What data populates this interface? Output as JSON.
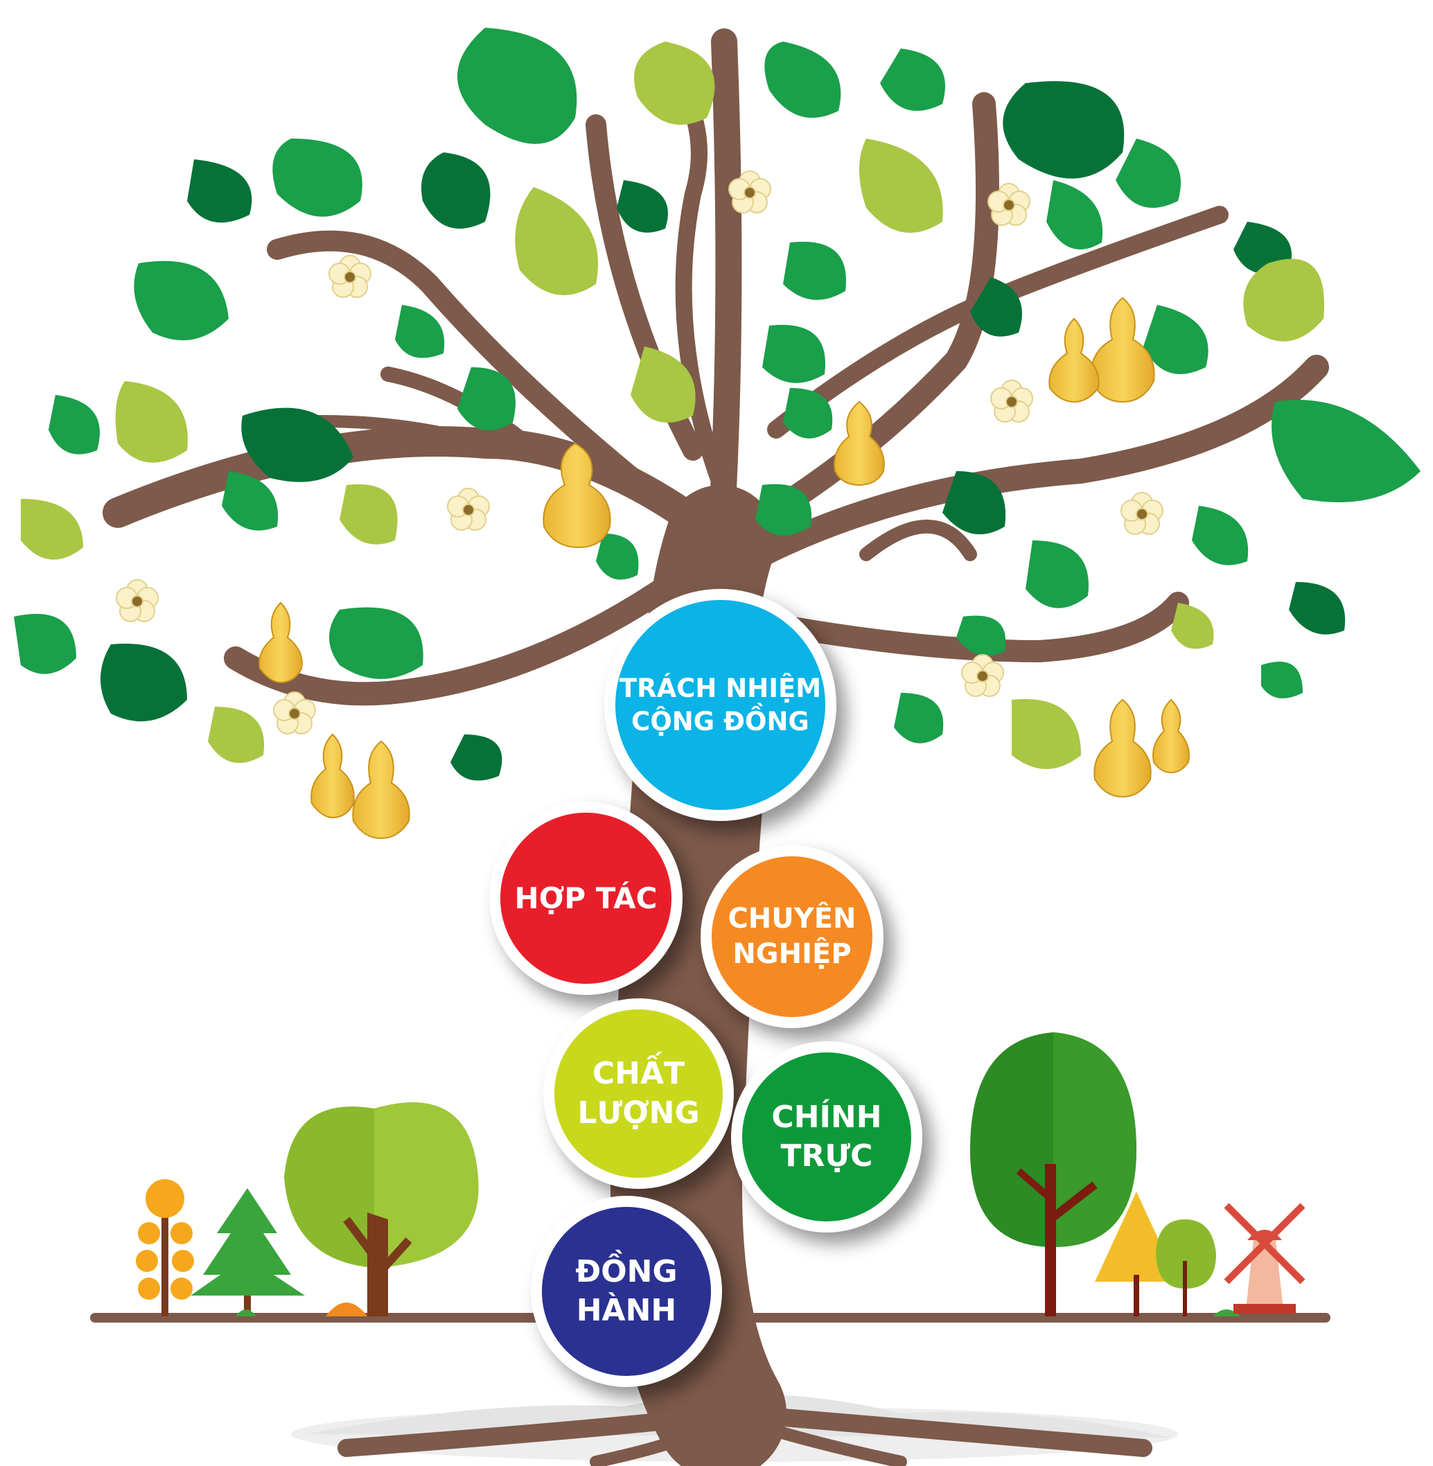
{
  "colors": {
    "trunk": "#7d5a4b",
    "leaf_light": "#a9c644",
    "leaf_mid": "#1a9f4a",
    "leaf_dark": "#067238",
    "gourd": "#f2c94c",
    "flower": "#fbf1c8"
  },
  "values": [
    {
      "id": "cong-dong",
      "label": "TRÁCH NHIỆM\nCỘNG ĐỒNG",
      "color": "#0bb3e6"
    },
    {
      "id": "hop-tac",
      "label": "HỢP TÁC",
      "color": "#e81f2a"
    },
    {
      "id": "chuyen-nghiep",
      "label": "CHUYÊN\nNGHIỆP",
      "color": "#f58a23"
    },
    {
      "id": "chat-luong",
      "label": "CHẤT\nLƯỢNG",
      "color": "#c8d81d"
    },
    {
      "id": "chinh-truc",
      "label": "CHÍNH\nTRỰC",
      "color": "#0f9a3a"
    },
    {
      "id": "dong-hanh",
      "label": "ĐỒNG\nHÀNH",
      "color": "#2b3190"
    }
  ]
}
